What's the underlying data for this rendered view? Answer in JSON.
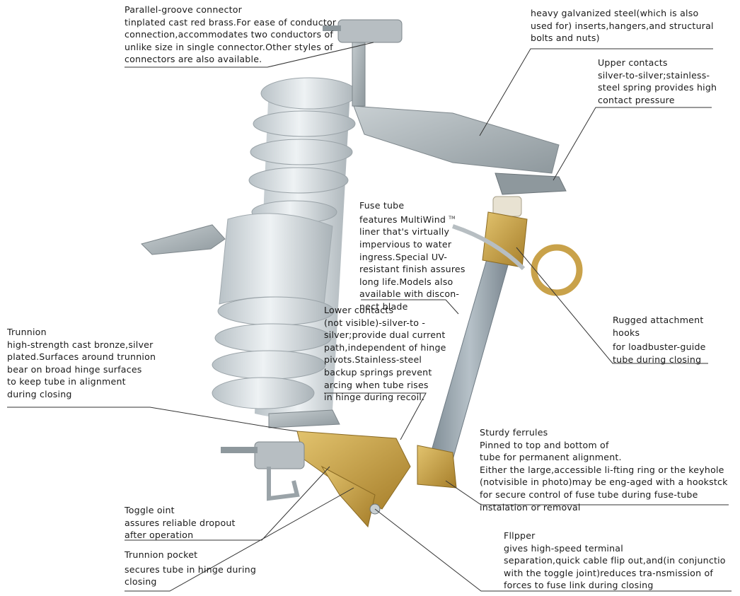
{
  "callouts": {
    "connector": {
      "lines": [
        "Parallel-groove connector",
        "tinplated cast red brass.For ease of conductor",
        "connection,accommodates two conductors of",
        "unlike size in single connector.Other styles of",
        "connectors are also available."
      ]
    },
    "galvanized": {
      "lines": [
        "heavy galvanized steel(which is also",
        "used for) inserts,hangers,and structural",
        "bolts and nuts)"
      ]
    },
    "upper_contacts": {
      "lines": [
        "Upper contacts",
        "silver-to-silver;stainless-",
        "steel spring provides high",
        "contact pressure"
      ]
    },
    "fuse_tube": {
      "line1": "Fuse tube",
      "line2": "features MultiWind",
      "tm": "TM",
      "lines": [
        "liner that's virtually",
        "impervious to water",
        "ingress.Special UV-",
        "resistant finish assures",
        "long life.Models also",
        "available with discon-",
        "nect blade"
      ]
    },
    "attachment_hooks": {
      "lines": [
        "Rugged attachment",
        "hooks",
        "for loadbuster-guide",
        "tube during closing"
      ]
    },
    "lower_contacts": {
      "lines": [
        "Lower contacts",
        "(not visible)-silver-to -",
        "silver;provide dual current",
        "path,independent of hinge",
        "pivots.Stainless-steel",
        "backup springs prevent",
        "arcing when tube rises",
        "in hinge during recoil."
      ]
    },
    "trunnion": {
      "lines": [
        "Trunnion",
        "high-strength cast bronze,silver",
        "plated.Surfaces around trunnion",
        "bear on broad hinge surfaces",
        "to keep tube in alignment",
        "during closing"
      ]
    },
    "ferrules": {
      "lines": [
        "Sturdy ferrules",
        "Pinned to top and bottom of",
        "tube for permanent alignment.",
        "Either the large,accessible li-fting ring or the keyhole",
        "(notvisible in photo)may be eng-aged with a hookstck",
        "for secure control of fuse tube during fuse-tube",
        "instalation or removal"
      ]
    },
    "toggle": {
      "lines": [
        "Toggle oint",
        "assures reliable dropout",
        "after operation"
      ]
    },
    "trunnion_pocket": {
      "lines": [
        "Trunnion pocket",
        "secures tube in hinge during",
        "closing"
      ]
    },
    "flipper": {
      "lines": [
        "Fllpper",
        "gives high-speed terminal",
        "separation,quick cable flip out,and(in conjunctio",
        "with  the toggle joint)reduces tra-nsmission of",
        "forces to fuse  link during closing"
      ]
    }
  },
  "colors": {
    "porcelain": "#d7dde0",
    "steel": "#a9b2b6",
    "brass": "#c9a24a",
    "tube": "#9aa7b0",
    "leader": "#333333"
  }
}
